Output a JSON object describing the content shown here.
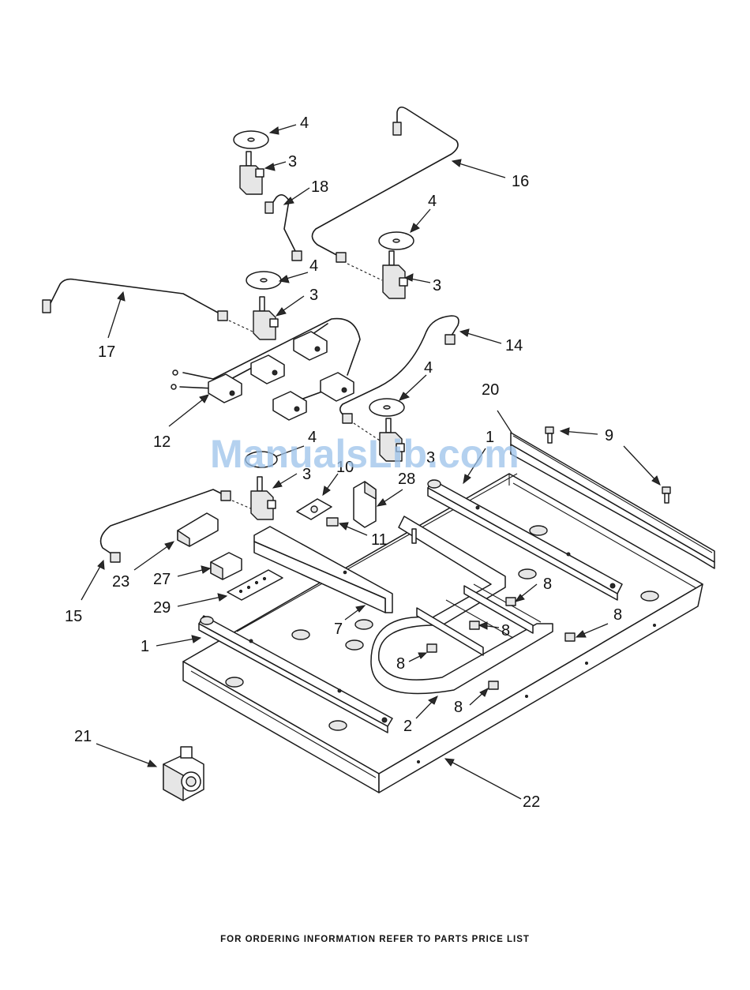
{
  "callouts": [
    {
      "id": "c4a",
      "text": "4"
    },
    {
      "id": "c3a",
      "text": "3"
    },
    {
      "id": "c18",
      "text": "18"
    },
    {
      "id": "c16",
      "text": "16"
    },
    {
      "id": "c4b",
      "text": "4"
    },
    {
      "id": "c3b",
      "text": "3"
    },
    {
      "id": "c4c",
      "text": "4"
    },
    {
      "id": "c3c",
      "text": "3"
    },
    {
      "id": "c17",
      "text": "17"
    },
    {
      "id": "c14",
      "text": "14"
    },
    {
      "id": "c4d",
      "text": "4"
    },
    {
      "id": "c20",
      "text": "20"
    },
    {
      "id": "c12",
      "text": "12"
    },
    {
      "id": "c9",
      "text": "9"
    },
    {
      "id": "c4e",
      "text": "4"
    },
    {
      "id": "c1a",
      "text": "1"
    },
    {
      "id": "c3d",
      "text": "3"
    },
    {
      "id": "c10",
      "text": "10"
    },
    {
      "id": "c28",
      "text": "28"
    },
    {
      "id": "c3e",
      "text": "3"
    },
    {
      "id": "c11",
      "text": "11"
    },
    {
      "id": "c23",
      "text": "23"
    },
    {
      "id": "c27",
      "text": "27"
    },
    {
      "id": "c8a",
      "text": "8"
    },
    {
      "id": "c29",
      "text": "29"
    },
    {
      "id": "c15",
      "text": "15"
    },
    {
      "id": "c7",
      "text": "7"
    },
    {
      "id": "c8b",
      "text": "8"
    },
    {
      "id": "c8c",
      "text": "8"
    },
    {
      "id": "c1b",
      "text": "1"
    },
    {
      "id": "c8d",
      "text": "8"
    },
    {
      "id": "c2",
      "text": "2"
    },
    {
      "id": "c8e",
      "text": "8"
    },
    {
      "id": "c21",
      "text": "21"
    },
    {
      "id": "c22",
      "text": "22"
    }
  ],
  "watermark": "ManualsLib.com",
  "footer": "FOR ORDERING INFORMATION REFER TO PARTS PRICE LIST"
}
